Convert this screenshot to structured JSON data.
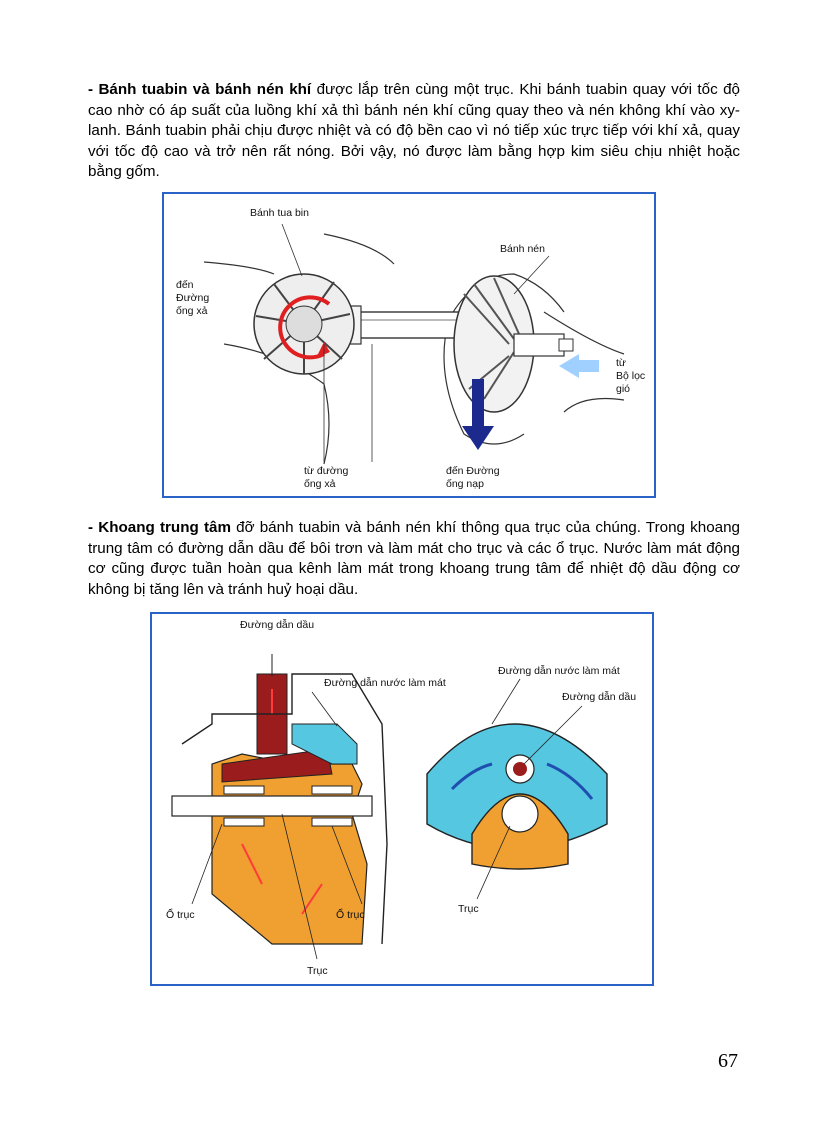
{
  "para1": {
    "lead": "- Bánh tuabin và bánh nén khí",
    "text": " được lắp trên cùng một trục. Khi bánh tuabin quay với tốc độ cao nhờ có áp suất của luồng khí xả thì bánh nén khí cũng quay theo và nén không khí vào xy-lanh. Bánh tuabin phải chịu được nhiệt và có độ bền cao vì nó tiếp xúc trực tiếp với khí xả, quay với tốc độ cao và trở nên rất nóng. Bởi vậy, nó được làm bằng hợp kim siêu chịu nhiệt hoặc bằng gốm."
  },
  "figure1": {
    "labels": {
      "turbine_wheel": "Bánh tua bin",
      "compressor_wheel": "Bánh nén",
      "to_exhaust_1": "đến",
      "to_exhaust_2": "Đường",
      "to_exhaust_3": "ống xả",
      "from_exhaust_1": "từ đường",
      "from_exhaust_2": "ống xả",
      "from_filter_1": "từ",
      "from_filter_2": "Bộ lọc",
      "from_filter_3": "gió",
      "to_intake_1": "đến Đường",
      "to_intake_2": "ống nạp"
    }
  },
  "para2": {
    "lead": "- Khoang trung tâm",
    "text": " đỡ bánh tuabin và bánh nén khí thông qua trục của chúng. Trong khoang trung tâm có đường dẫn dầu để bôi trơn và làm mát cho trục và các ổ trục. Nước làm mát động cơ cũng được tuần hoàn qua kênh làm mát trong khoang trung tâm để nhiệt độ dầu động cơ không bị tăng lên và tránh huỷ hoại dầu."
  },
  "figure2": {
    "labels": {
      "oil_passage_top": "Đường dẫn dầu",
      "water_passage_left": "Đường dẫn nước làm mát",
      "bearing_left": "Ổ trục",
      "bearing_right": "Ổ trục",
      "shaft_left": "Trục",
      "water_passage_right": "Đường dẫn nước làm mát",
      "oil_passage_right": "Đường dẫn dầu",
      "shaft_right": "Trục"
    }
  },
  "page_number": "67",
  "colors": {
    "frame": "#2a62c9",
    "oil": "#9b1c1c",
    "water": "#56c7e0",
    "housing": "#f0a030",
    "flow_arrow": "#1e4fb0",
    "air_arrow": "#9fd0ff",
    "intake_arrow": "#1b2a8c"
  }
}
